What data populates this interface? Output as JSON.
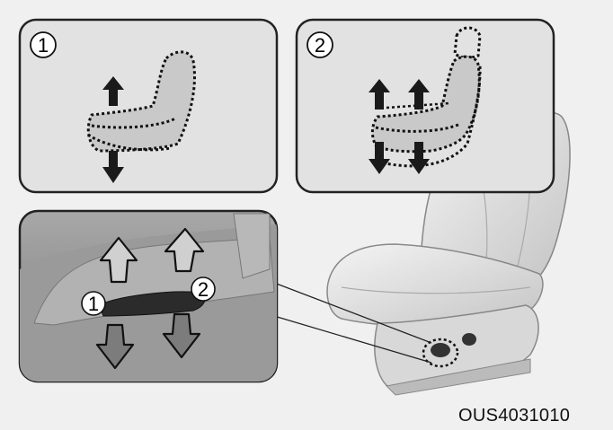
{
  "panels": {
    "height_adjust": {
      "number_label": "1"
    },
    "tilt_adjust": {
      "number_label": "2"
    },
    "switch_closeup": {
      "lever_label_1": "1",
      "lever_label_2": "2"
    }
  },
  "figure_code": "OUS4031010",
  "colors": {
    "background": "#f0f0f0",
    "panel_fill": "#e2e2e2",
    "panel_border": "#222222",
    "seat_shade": "#c8c8c8",
    "arrow_fill": "#1a1a1a",
    "closeup_fill": "#8c8c8c"
  },
  "icons": [
    "up-arrow-icon",
    "down-arrow-icon",
    "outline-up-arrow-icon",
    "outline-down-arrow-icon"
  ]
}
